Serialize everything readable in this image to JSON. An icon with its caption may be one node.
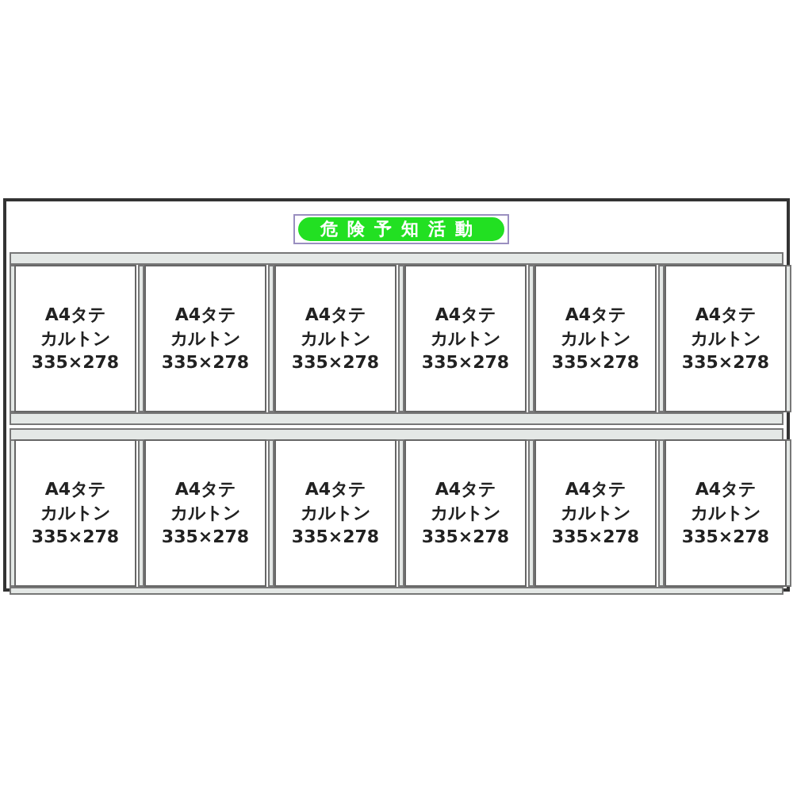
{
  "diagram": {
    "nodes": [
      {
        "text": [],
        "shape": "box"
      },
      {
        "text": [
          "危険予知活動"
        ],
        "in": 0
      },
      {
        "text": [
          "A4タテ",
          "カルトン",
          "335×278"
        ],
        "in": 0
      },
      {
        "text": [
          "A4タテ",
          "カルトン",
          "335×278"
        ],
        "in": 0
      },
      {
        "text": [
          "A4タテ",
          "カルトン",
          "335×278"
        ],
        "in": 0
      },
      {
        "text": [
          "A4タテ",
          "カルトン",
          "335×278"
        ],
        "in": 0
      },
      {
        "text": [
          "A4タテ",
          "カルトン",
          "335×278"
        ],
        "in": 0
      },
      {
        "text": [
          "A4タテ",
          "カルトン",
          "335×278"
        ],
        "in": 0
      },
      {
        "text": [
          "A4タテ",
          "カルトン",
          "335×278"
        ],
        "in": 0
      },
      {
        "text": [
          "A4タテ",
          "カルトン",
          "335×278"
        ],
        "in": 0
      },
      {
        "text": [
          "A4タテ",
          "カルトン",
          "335×278"
        ],
        "in": 0
      },
      {
        "text": [
          "A4タテ",
          "カルトン",
          "335×278"
        ],
        "in": 0
      },
      {
        "text": [
          "A4タテ",
          "カルトン",
          "335×278"
        ],
        "in": 0
      },
      {
        "text": [
          "A4タテ",
          "カルトン",
          "335×278"
        ],
        "in": 0
      }
    ]
  }
}
